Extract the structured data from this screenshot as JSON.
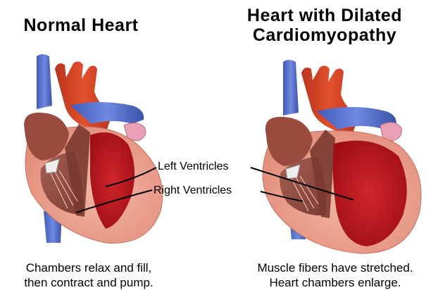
{
  "left_panel": {
    "title": "Normal Heart",
    "caption_line1": "Chambers relax and fill,",
    "caption_line2": "then contract and pump."
  },
  "right_panel": {
    "title_line1": "Heart with Dilated",
    "title_line2": "Cardiomyopathy",
    "caption_line1": "Muscle fibers have stretched.",
    "caption_line2": "Heart chambers enlarge."
  },
  "callouts": {
    "left_ventricles": "Left Ventricles",
    "right_ventricles": "Right Ventricles"
  }
}
